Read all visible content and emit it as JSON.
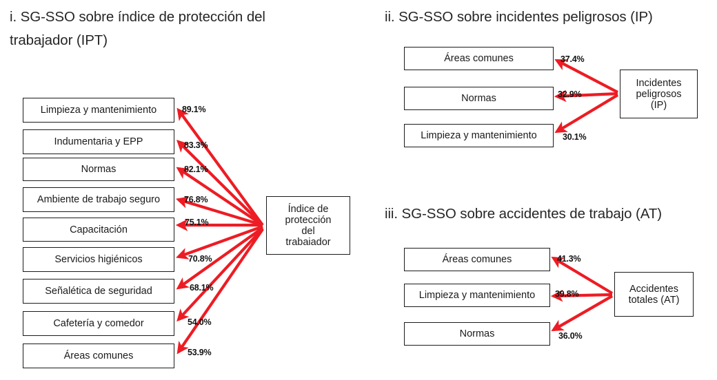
{
  "colors": {
    "arrow": "#ED1C24",
    "box_border": "#1a1a1a",
    "text": "#1a1a1a",
    "title_text": "#262626",
    "background": "#ffffff"
  },
  "panels": {
    "i": {
      "title": "i. SG-SSO sobre índice de protección del\ntrabajador (IPT)",
      "target_node": "Índice de\nprotección\ndel\ntrabaiador",
      "sources": [
        {
          "label": "Limpieza y mantenimiento",
          "value": "89.1%"
        },
        {
          "label": "Indumentaria y EPP",
          "value": "83.3%"
        },
        {
          "label": "Normas",
          "value": "82.1%"
        },
        {
          "label": "Ambiente de trabajo seguro",
          "value": "76.8%"
        },
        {
          "label": "Capacitación",
          "value": "75.1%"
        },
        {
          "label": "Servicios higiénicos",
          "value": "70.8%"
        },
        {
          "label": "Señalética de seguridad",
          "value": "68.1%"
        },
        {
          "label": "Cafetería y comedor",
          "value": "54.0%"
        },
        {
          "label": "Áreas comunes",
          "value": "53.9%"
        }
      ]
    },
    "ii": {
      "title": "ii. SG-SSO sobre incidentes peligrosos (IP)",
      "target_node": "Incidentes\npeligrosos\n(IP)",
      "sources": [
        {
          "label": "Áreas comunes",
          "value": "37.4%"
        },
        {
          "label": "Normas",
          "value": "32.9%"
        },
        {
          "label": "Limpieza y mantenimiento",
          "value": "30.1%"
        }
      ]
    },
    "iii": {
      "title": "iii. SG-SSO sobre accidentes de trabajo (AT)",
      "target_node": "Accidentes\ntotales (AT)",
      "sources": [
        {
          "label": "Áreas comunes",
          "value": "41.3%"
        },
        {
          "label": "Limpieza y mantenimiento",
          "value": "39.8%"
        },
        {
          "label": "Normas",
          "value": "36.0%"
        }
      ]
    }
  },
  "chart_data": {
    "type": "diagram",
    "title": "SG-SSO regression/correlation path diagrams",
    "charts": [
      {
        "id": "i",
        "title": "i. SG-SSO sobre índice de protección del trabajador (IPT)",
        "target": "Índice de protección del trabajador",
        "categories": [
          "Limpieza y mantenimiento",
          "Indumentaria y EPP",
          "Normas",
          "Ambiente de trabajo seguro",
          "Capacitación",
          "Servicios higiénicos",
          "Señalética de seguridad",
          "Cafetería y comedor",
          "Áreas comunes"
        ],
        "values": [
          89.1,
          83.3,
          82.1,
          76.8,
          75.1,
          70.8,
          68.1,
          54.0,
          53.9
        ],
        "unit": "%"
      },
      {
        "id": "ii",
        "title": "ii. SG-SSO sobre incidentes peligrosos (IP)",
        "target": "Incidentes peligrosos (IP)",
        "categories": [
          "Áreas comunes",
          "Normas",
          "Limpieza y mantenimiento"
        ],
        "values": [
          37.4,
          32.9,
          30.1
        ],
        "unit": "%"
      },
      {
        "id": "iii",
        "title": "iii. SG-SSO sobre accidentes de trabajo (AT)",
        "target": "Accidentes totales (AT)",
        "categories": [
          "Áreas comunes",
          "Limpieza y mantenimiento",
          "Normas"
        ],
        "values": [
          41.3,
          39.8,
          36.0
        ],
        "unit": "%"
      }
    ]
  }
}
